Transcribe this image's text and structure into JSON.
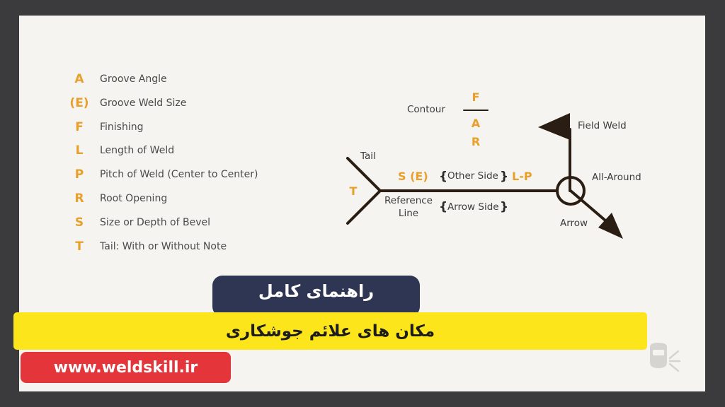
{
  "legend": [
    {
      "code": "A",
      "desc": "Groove Angle"
    },
    {
      "code": "(E)",
      "desc": "Groove Weld Size"
    },
    {
      "code": "F",
      "desc": "Finishing"
    },
    {
      "code": "L",
      "desc": "Length of Weld"
    },
    {
      "code": "P",
      "desc": "Pitch of Weld (Center to Center)"
    },
    {
      "code": "R",
      "desc": "Root Opening"
    },
    {
      "code": "S",
      "desc": "Size or Depth of Bevel"
    },
    {
      "code": "T",
      "desc": "Tail: With or Without Note"
    }
  ],
  "diagram": {
    "contour_label": "Contour",
    "contour_codes": [
      "F",
      "A",
      "R"
    ],
    "field_weld_label": "Field Weld",
    "tail_label": "Tail",
    "tail_code": "T",
    "size_code": "S (E)",
    "other_side_label": "Other Side",
    "length_pitch_code": "L-P",
    "all_around_label": "All-Around",
    "reference_line_label_1": "Reference",
    "reference_line_label_2": "Line",
    "arrow_side_label": "Arrow Side",
    "arrow_label": "Arrow",
    "brace_open": "{",
    "brace_close": "}"
  },
  "banner": {
    "title": "راهنمای کامل",
    "subtitle": "مکان های علائم جوشکاری",
    "url": "www.weldskill.ir"
  },
  "colors": {
    "accent": "#e8a02a",
    "title_bg": "#2e3654",
    "subtitle_bg": "#fce51a",
    "url_bg": "#e4353b"
  }
}
